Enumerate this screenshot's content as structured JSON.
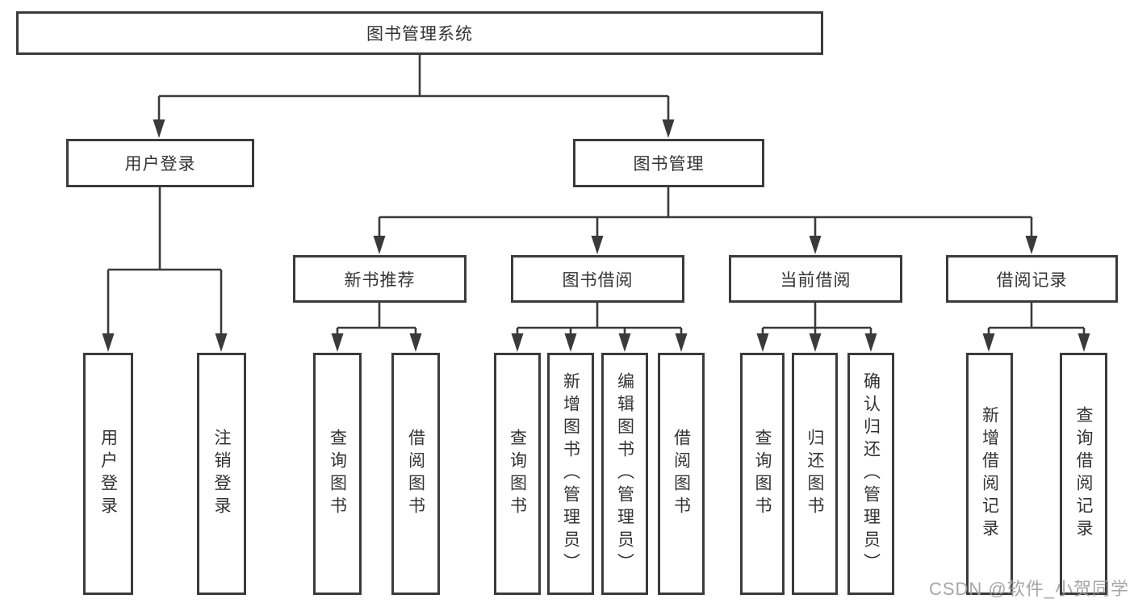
{
  "diagram": {
    "root": {
      "label": "图书管理系统"
    },
    "level2": [
      {
        "label": "用户登录",
        "children": [
          {
            "label": "用户登录"
          },
          {
            "label": "注销登录"
          }
        ]
      },
      {
        "label": "图书管理",
        "children": [
          {
            "label": "新书推荐",
            "children": [
              {
                "label": "查询图书"
              },
              {
                "label": "借阅图书"
              }
            ]
          },
          {
            "label": "图书借阅",
            "children": [
              {
                "label": "查询图书"
              },
              {
                "label": "新增图书（管理员）"
              },
              {
                "label": "编辑图书（管理员）"
              },
              {
                "label": "借阅图书"
              }
            ]
          },
          {
            "label": "当前借阅",
            "children": [
              {
                "label": "查询图书"
              },
              {
                "label": "归还图书"
              },
              {
                "label": "确认归还（管理员）"
              }
            ]
          },
          {
            "label": "借阅记录",
            "children": [
              {
                "label": "新增借阅记录"
              },
              {
                "label": "查询借阅记录"
              }
            ]
          }
        ]
      }
    ]
  },
  "watermark": {
    "text": "CSDN @软件_小贺同学"
  },
  "colors": {
    "line": "#3a3a3a",
    "box_border": "#3b3b3b",
    "text": "#333333",
    "watermark": "#9e9e9e",
    "background": "#ffffff"
  }
}
